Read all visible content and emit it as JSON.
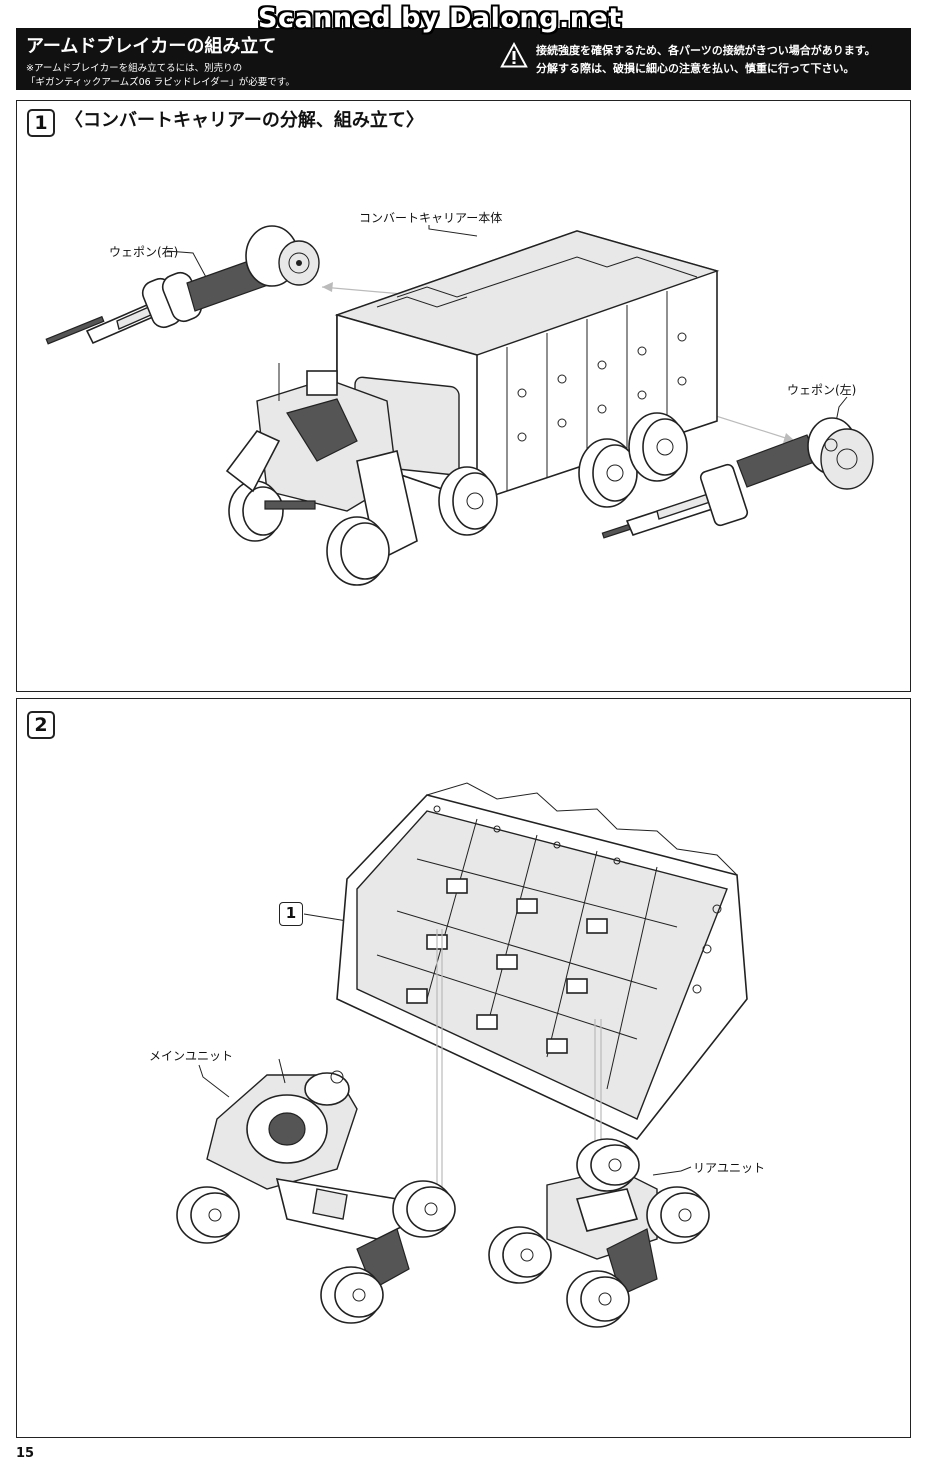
{
  "watermark": "Scanned by Dalong.net",
  "header": {
    "title": "アームドブレイカーの組み立て",
    "note_line1": "※アームドブレイカーを組み立てるには、別売りの",
    "note_line2": "「ギガンティックアームズ06 ラピッドレイダー」が必要です。",
    "caution_line1": "接続強度を確保するため、各パーツの接続がきつい場合があります。",
    "caution_line2": "分解する際は、破損に細心の注意を払い、慎重に行って下さい。",
    "warning_icon": "warning-triangle-icon"
  },
  "step1": {
    "number": "1",
    "title": "〈コンバートキャリアーの分解、組み立て〉",
    "labels": {
      "carrier_body": "コンバートキャリアー本体",
      "weapon_right": "ウェポン(右)",
      "weapon_left": "ウェポン(左)"
    }
  },
  "step2": {
    "number": "2",
    "ref_badge": "1",
    "labels": {
      "main_unit": "メインユニット",
      "rear_unit": "リアユニット"
    }
  },
  "page_number": "15"
}
